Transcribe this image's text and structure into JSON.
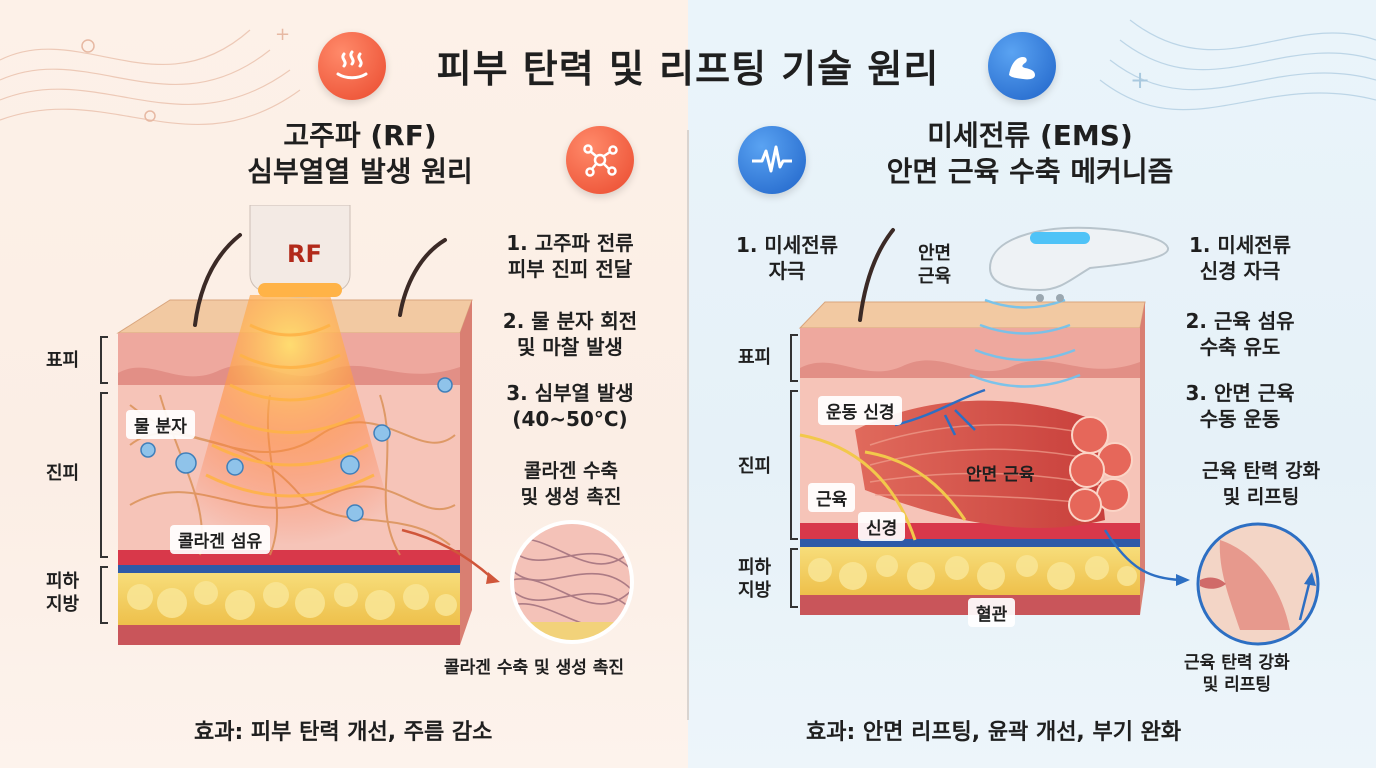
{
  "title": "피부 탄력 및 리프팅 기술 원리",
  "left": {
    "heading_line1": "고주파 (RF)",
    "heading_line2": "심부열열 발생 원리",
    "device_label": "RF",
    "steps": [
      {
        "line1": "1. 고주파 전류",
        "line2": "피부 진피 전달"
      },
      {
        "line1": "2. 물 분자 회전",
        "line2": "및 마찰 발생"
      },
      {
        "line1": "3. 심부열 발생",
        "line2": "(40~50°C)"
      }
    ],
    "collagen_note_line1": "콜라겐 수축",
    "collagen_note_line2": "및 생성 촉진",
    "collagen_caption": "콜라겐 수축 및 생성 촉진",
    "layer_epidermis": "표피",
    "layer_dermis": "진피",
    "layer_fat_line1": "피하",
    "layer_fat_line2": "지방",
    "tag_water": "물 분자",
    "tag_collagen": "콜라겐 섬유",
    "effect": "효과: 피부 탄력 개선, 주름 감소"
  },
  "right": {
    "heading_line1": "미세전류 (EMS)",
    "heading_line2": "안면 근육 수축 메커니즘",
    "stim_line1": "1. 미세전류",
    "stim_line2": "자극",
    "face_muscle_top_line1": "안면",
    "face_muscle_top_line2": "근육",
    "steps": [
      {
        "line1": "1. 미세전류",
        "line2": "신경 자극"
      },
      {
        "line1": "2. 근육 섬유",
        "line2": "수축 유도"
      },
      {
        "line1": "3. 안면 근육",
        "line2": "수동 운동"
      }
    ],
    "firming_line1": "근육 탄력 강화",
    "firming_line2": "및 리프팅",
    "firming_caption_line1": "근육 탄력 강화",
    "firming_caption_line2": "및 리프팅",
    "layer_epidermis": "표피",
    "layer_dermis": "진피",
    "layer_fat_line1": "피하",
    "layer_fat_line2": "지방",
    "tag_motor_nerve": "운동 신경",
    "tag_face_muscle": "안면 근육",
    "tag_muscle": "근육",
    "tag_nerve": "신경",
    "tag_vessel": "혈관",
    "effect": "효과: 안면 리프팅, 윤곽 개선, 부기 완화"
  }
}
